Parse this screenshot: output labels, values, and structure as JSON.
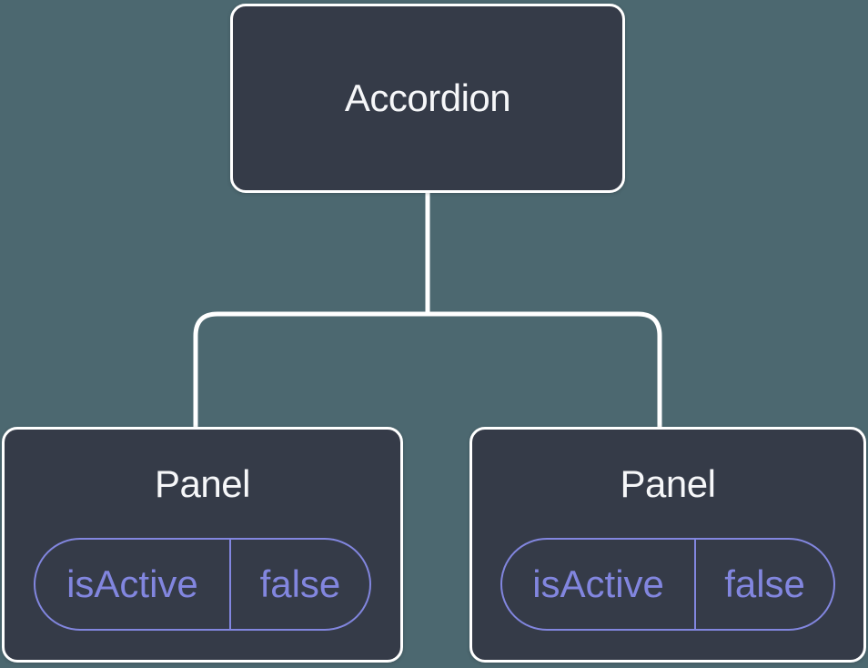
{
  "diagram": {
    "root": {
      "label": "Accordion"
    },
    "children": [
      {
        "label": "Panel",
        "state": {
          "key": "isActive",
          "value": "false"
        }
      },
      {
        "label": "Panel",
        "state": {
          "key": "isActive",
          "value": "false"
        }
      }
    ]
  },
  "colors": {
    "background": "#4C6870",
    "node_fill": "#353B48",
    "node_border": "#FFFFFF",
    "connector_line": "#FFFFFF",
    "label_text": "#F6F7F9",
    "state_accent": "#8286DF"
  }
}
